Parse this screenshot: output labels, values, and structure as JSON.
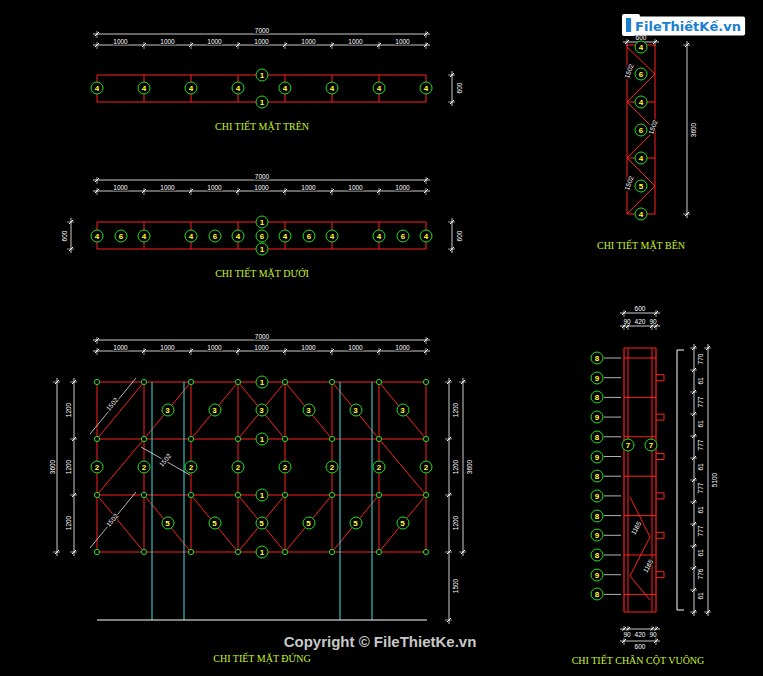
{
  "diagram": {
    "labels": [
      "7000",
      "1000",
      "1000",
      "1000",
      "1000",
      "1000",
      "1000",
      "1000",
      "600",
      "1",
      "1",
      "4",
      "4",
      "4",
      "4",
      "4",
      "4",
      "4",
      "4",
      "CHI TIẾT MẶT TRÊN",
      "7000",
      "1000",
      "1000",
      "1000",
      "1000",
      "1000",
      "1000",
      "1000",
      "600",
      "600",
      "1",
      "1",
      "4",
      "6",
      "4",
      "4",
      "6",
      "4",
      "6",
      "4",
      "6",
      "4",
      "4",
      "6",
      "4",
      "CHI TIẾT MẶT DƯỚI",
      "7000",
      "1000",
      "1000",
      "1000",
      "1000",
      "1000",
      "1000",
      "1000",
      "3600",
      "1200",
      "1200",
      "1200",
      "1200",
      "1200",
      "1200",
      "3600",
      "1500",
      "1502",
      "1502",
      "1502",
      "1",
      "1",
      "1",
      "1",
      "2",
      "2",
      "2",
      "2",
      "2",
      "2",
      "2",
      "2",
      "3",
      "3",
      "3",
      "3",
      "3",
      "3",
      "5",
      "5",
      "5",
      "5",
      "5",
      "5",
      "CHI TIẾT MẶT ĐỨNG",
      "600",
      "3600",
      "4",
      "6",
      "4",
      "6",
      "4",
      "5",
      "4",
      "1502",
      "1502",
      "1502",
      "CHI TIẾT MẶT BÊN",
      "600",
      "90",
      "420",
      "90",
      "5100",
      "770",
      "61",
      "777",
      "61",
      "777",
      "61",
      "777",
      "61",
      "777",
      "61",
      "776",
      "61",
      "8",
      "9",
      "8",
      "9",
      "8",
      "9",
      "8",
      "9",
      "8",
      "9",
      "8",
      "9",
      "8",
      "7",
      "7",
      "1165",
      "1165",
      "90",
      "420",
      "90",
      "600",
      "CHI TIẾT CHÂN CỘT VUÔNG",
      "FileThiếtKế.vn",
      "Copyright © FileThietKe.vn"
    ]
  }
}
